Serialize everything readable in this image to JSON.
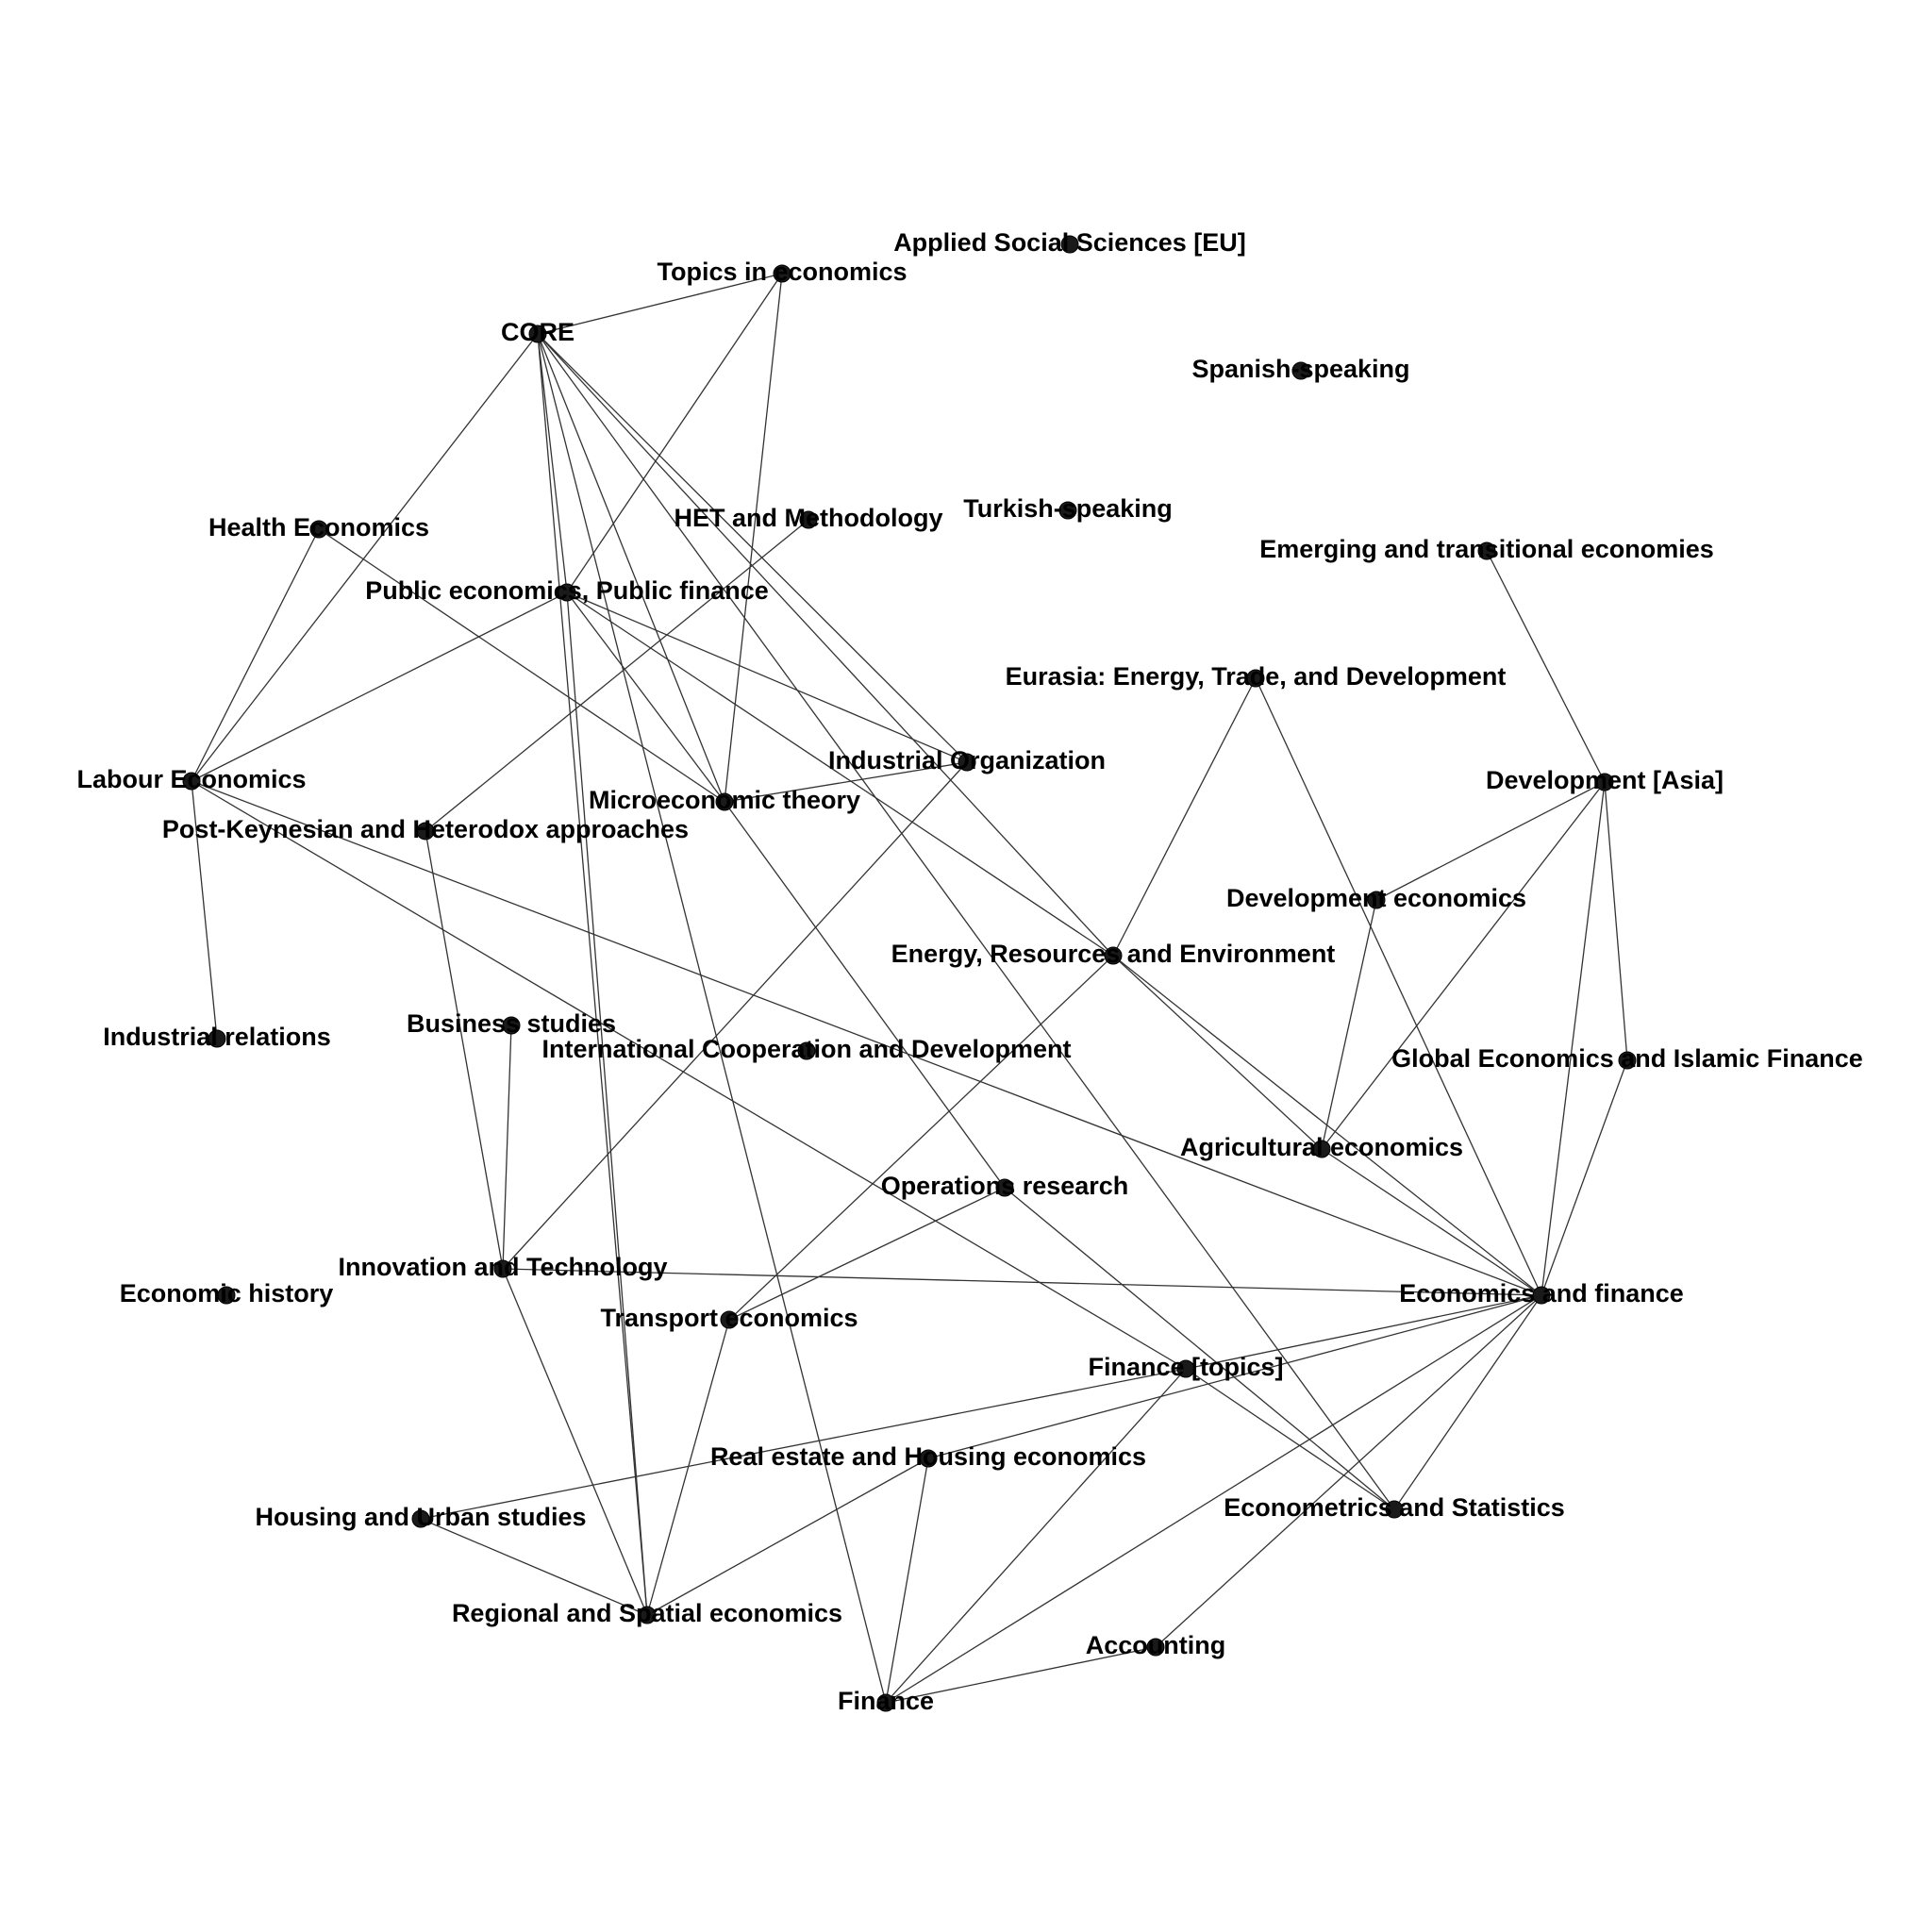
{
  "graph": {
    "nodes": [
      {
        "id": "CORE",
        "label": "CORE"
      },
      {
        "id": "topics_econ",
        "label": "Topics in economics"
      },
      {
        "id": "applied_social",
        "label": "Applied Social Sciences [EU]"
      },
      {
        "id": "spanish",
        "label": "Spanish-speaking"
      },
      {
        "id": "turkish",
        "label": "Turkish-speaking"
      },
      {
        "id": "emerging",
        "label": "Emerging and transitional economies"
      },
      {
        "id": "health",
        "label": "Health Economics"
      },
      {
        "id": "het",
        "label": "HET and Methodology"
      },
      {
        "id": "public",
        "label": "Public economics, Public finance"
      },
      {
        "id": "eurasia",
        "label": "Eurasia: Energy, Trade, and Development"
      },
      {
        "id": "labour",
        "label": "Labour Economics"
      },
      {
        "id": "industrial_org",
        "label": "Industrial Organization"
      },
      {
        "id": "micro",
        "label": "Microeconomic theory"
      },
      {
        "id": "postkeynesian",
        "label": "Post-Keynesian and Heterodox approaches"
      },
      {
        "id": "dev_asia",
        "label": "Development [Asia]"
      },
      {
        "id": "dev_econ",
        "label": "Development economics"
      },
      {
        "id": "energy",
        "label": "Energy, Resources and Environment"
      },
      {
        "id": "industrial_rel",
        "label": "Industrial relations"
      },
      {
        "id": "business",
        "label": "Business studies"
      },
      {
        "id": "intl_coop",
        "label": "International Cooperation and Development"
      },
      {
        "id": "global_islamic",
        "label": "Global Economics and Islamic Finance"
      },
      {
        "id": "agri",
        "label": "Agricultural economics"
      },
      {
        "id": "operations",
        "label": "Operations research"
      },
      {
        "id": "innovation",
        "label": "Innovation and Technology"
      },
      {
        "id": "econ_history",
        "label": "Economic history"
      },
      {
        "id": "econ_finance",
        "label": "Economics and finance"
      },
      {
        "id": "transport",
        "label": "Transport economics"
      },
      {
        "id": "finance_topics",
        "label": "Finance [topics]"
      },
      {
        "id": "real_estate",
        "label": "Real estate and Housing economics"
      },
      {
        "id": "econometrics",
        "label": "Econometrics and Statistics"
      },
      {
        "id": "housing_urban",
        "label": "Housing and Urban studies"
      },
      {
        "id": "regional",
        "label": "Regional and Spatial economics"
      },
      {
        "id": "accounting",
        "label": "Accounting"
      },
      {
        "id": "finance",
        "label": "Finance"
      }
    ],
    "edges": [
      [
        "CORE",
        "topics_econ"
      ],
      [
        "CORE",
        "labour"
      ],
      [
        "CORE",
        "public"
      ],
      [
        "CORE",
        "micro"
      ],
      [
        "CORE",
        "industrial_org"
      ],
      [
        "CORE",
        "regional"
      ],
      [
        "CORE",
        "finance"
      ],
      [
        "CORE",
        "econometrics"
      ],
      [
        "CORE",
        "energy"
      ],
      [
        "topics_econ",
        "public"
      ],
      [
        "topics_econ",
        "micro"
      ],
      [
        "health",
        "labour"
      ],
      [
        "health",
        "micro"
      ],
      [
        "het",
        "postkeynesian"
      ],
      [
        "public",
        "labour"
      ],
      [
        "public",
        "industrial_org"
      ],
      [
        "public",
        "micro"
      ],
      [
        "public",
        "energy"
      ],
      [
        "public",
        "regional"
      ],
      [
        "labour",
        "industrial_rel"
      ],
      [
        "labour",
        "econ_finance"
      ],
      [
        "labour",
        "finance_topics"
      ],
      [
        "micro",
        "industrial_org"
      ],
      [
        "micro",
        "operations"
      ],
      [
        "industrial_org",
        "innovation"
      ],
      [
        "postkeynesian",
        "innovation"
      ],
      [
        "eurasia",
        "energy"
      ],
      [
        "eurasia",
        "econ_finance"
      ],
      [
        "emerging",
        "dev_asia"
      ],
      [
        "dev_asia",
        "dev_econ"
      ],
      [
        "dev_asia",
        "agri"
      ],
      [
        "dev_asia",
        "econ_finance"
      ],
      [
        "dev_asia",
        "global_islamic"
      ],
      [
        "dev_econ",
        "agri"
      ],
      [
        "energy",
        "econ_finance"
      ],
      [
        "energy",
        "agri"
      ],
      [
        "energy",
        "transport"
      ],
      [
        "global_islamic",
        "econ_finance"
      ],
      [
        "agri",
        "econ_finance"
      ],
      [
        "operations",
        "transport"
      ],
      [
        "operations",
        "econometrics"
      ],
      [
        "business",
        "innovation"
      ],
      [
        "innovation",
        "econ_finance"
      ],
      [
        "innovation",
        "regional"
      ],
      [
        "transport",
        "regional"
      ],
      [
        "econ_finance",
        "finance_topics"
      ],
      [
        "econ_finance",
        "econometrics"
      ],
      [
        "econ_finance",
        "real_estate"
      ],
      [
        "econ_finance",
        "finance"
      ],
      [
        "econ_finance",
        "accounting"
      ],
      [
        "finance_topics",
        "econometrics"
      ],
      [
        "finance_topics",
        "housing_urban"
      ],
      [
        "finance_topics",
        "finance"
      ],
      [
        "real_estate",
        "regional"
      ],
      [
        "real_estate",
        "finance"
      ],
      [
        "housing_urban",
        "regional"
      ],
      [
        "accounting",
        "finance"
      ]
    ]
  }
}
